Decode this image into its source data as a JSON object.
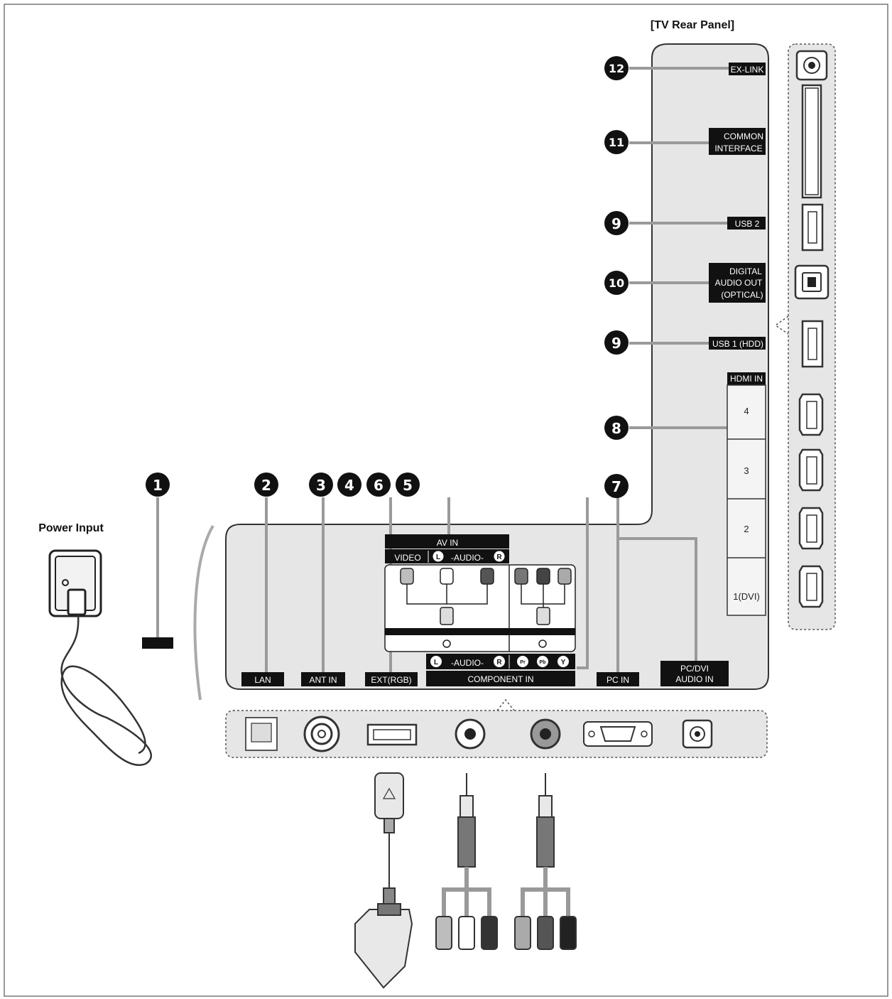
{
  "header": {
    "title": "[TV Rear Panel]"
  },
  "power": {
    "label": "Power Input"
  },
  "callouts": {
    "n1": "1",
    "n2": "2",
    "n3": "3",
    "n4": "4",
    "n5": "5",
    "n6": "6",
    "n7": "7",
    "n8": "8",
    "n9a": "9",
    "n9b": "9",
    "n10": "10",
    "n11": "11",
    "n12": "12"
  },
  "bottom_labels": {
    "lan": "LAN",
    "ant_in": "ANT IN",
    "ext_rgb": "EXT(RGB)",
    "component_in": "COMPONENT IN",
    "pc_in": "PC IN",
    "pc_dvi_audio_line1": "PC/DVI",
    "pc_dvi_audio_line2": "AUDIO IN"
  },
  "av_in": {
    "title": "AV IN",
    "video": "VIDEO",
    "audio_text": "-AUDIO-",
    "l": "L",
    "r": "R"
  },
  "component": {
    "audio_text": "-AUDIO-",
    "l": "L",
    "r": "R",
    "pr": "Pr",
    "pb": "Pb",
    "y": "Y"
  },
  "side_labels": {
    "ex_link": "EX-LINK",
    "common_interface_line1": "COMMON",
    "common_interface_line2": "INTERFACE",
    "usb2": "USB 2",
    "digital_audio_line1": "DIGITAL",
    "digital_audio_line2": "AUDIO OUT",
    "digital_audio_line3": "(OPTICAL)",
    "usb1": "USB 1 (HDD)"
  },
  "hdmi": {
    "title": "HDMI IN",
    "ports": [
      "4",
      "3",
      "2",
      "1(DVI)"
    ]
  },
  "colors": {
    "panel_fill": "#e6e6e6",
    "label_bg": "#1a1a1a",
    "leader_line": "#9a9a9a",
    "outline": "#333333"
  }
}
